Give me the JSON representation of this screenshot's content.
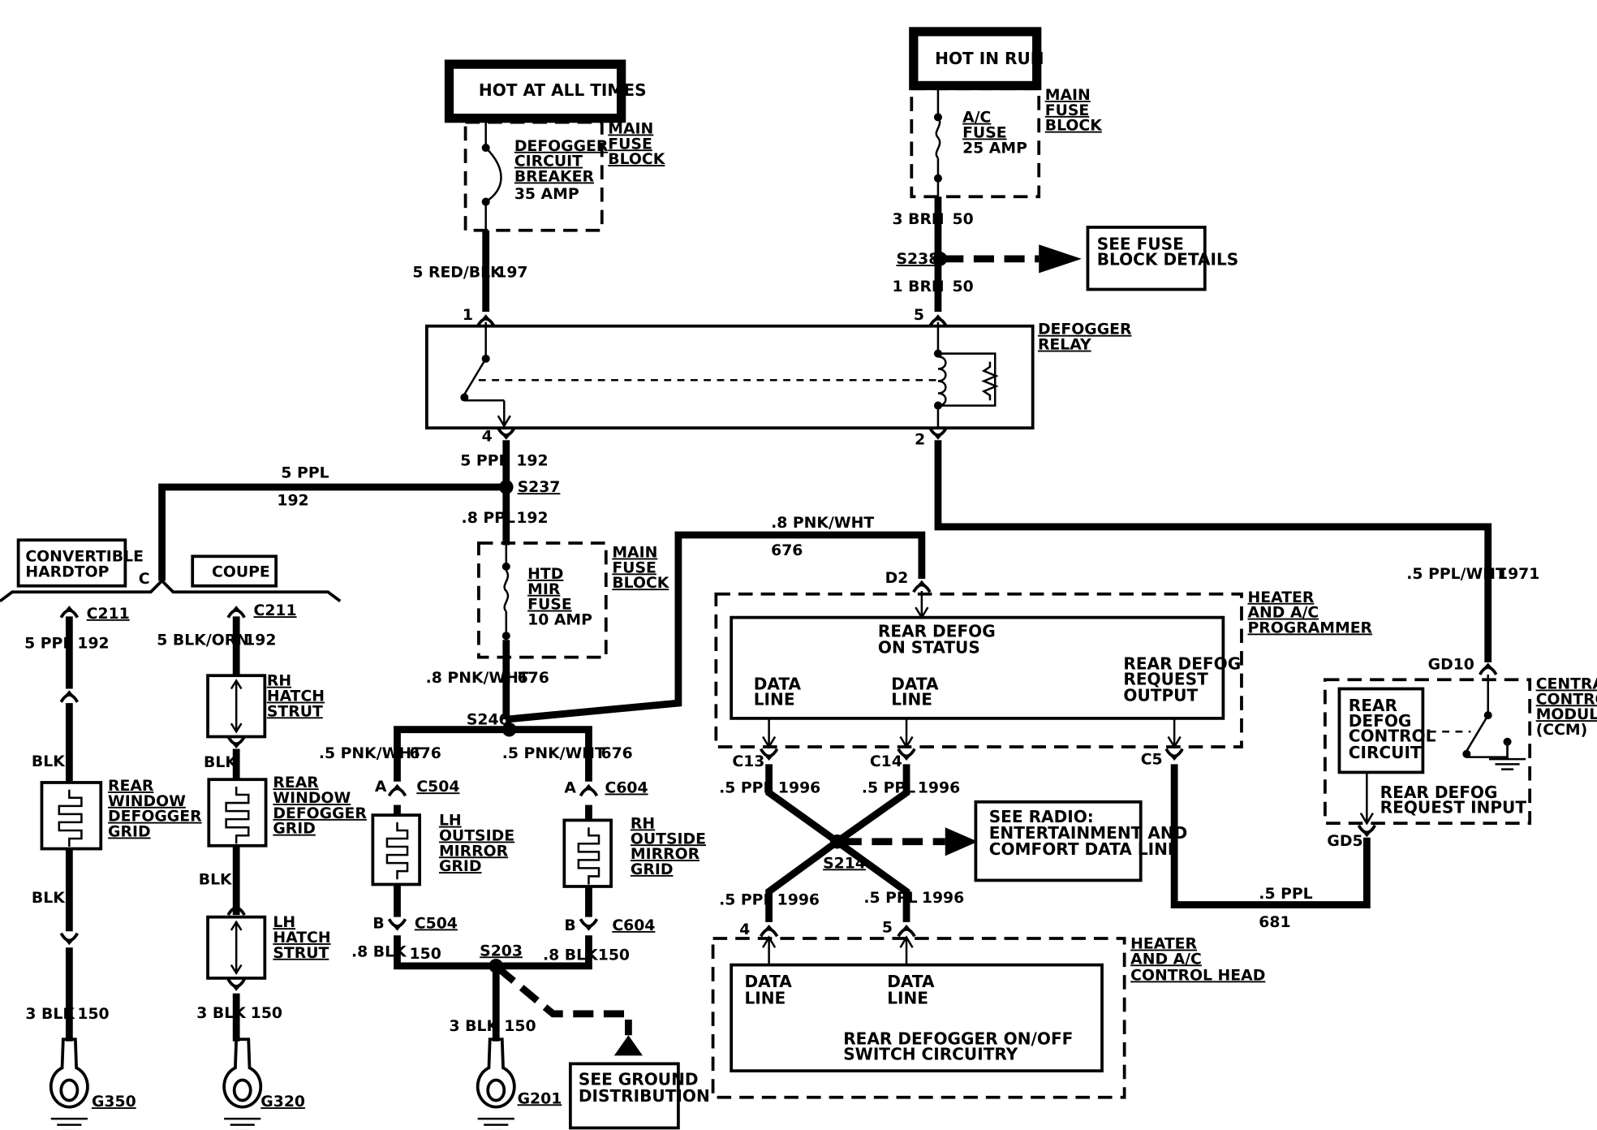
{
  "colors": {
    "ink": "#000000",
    "paper": "#ffffff"
  },
  "sources": {
    "hot_at_all_times": "HOT AT ALL TIMES",
    "hot_in_run": "HOT IN RUN"
  },
  "main_fuse_block": [
    "MAIN",
    "FUSE",
    "BLOCK"
  ],
  "defogger_breaker": [
    "DEFOGGER",
    "CIRCUIT",
    "BREAKER",
    "35 AMP"
  ],
  "ac_fuse": [
    "A/C",
    "FUSE",
    "25 AMP"
  ],
  "htd_mir_fuse": [
    "HTD",
    "MIR",
    "FUSE",
    "10 AMP"
  ],
  "see_fuse_block": [
    "SEE FUSE",
    "BLOCK DETAILS"
  ],
  "see_radio": [
    "SEE RADIO:",
    "ENTERTAINMENT AND",
    "COMFORT DATA LINE"
  ],
  "see_ground": [
    "SEE GROUND",
    "DISTRIBUTION"
  ],
  "defogger_relay": [
    "DEFOGGER",
    "RELAY"
  ],
  "hvac_programmer": [
    "HEATER",
    "AND A/C",
    "PROGRAMMER"
  ],
  "hvac_control_head": [
    "HEATER",
    "AND A/C",
    "CONTROL HEAD"
  ],
  "ccm": [
    "CENTRAL",
    "CONTROL",
    "MODULE",
    "(CCM)"
  ],
  "programmer_text": {
    "on_status": [
      "REAR DEFOG",
      "ON STATUS"
    ],
    "data_line": [
      "DATA",
      "LINE"
    ],
    "request_output": [
      "REAR DEFOG",
      "REQUEST",
      "OUTPUT"
    ]
  },
  "control_head_text": {
    "data_line": [
      "DATA",
      "LINE"
    ],
    "switch": [
      "REAR DEFOGGER ON/OFF",
      "SWITCH CIRCUITRY"
    ]
  },
  "ccm_text": {
    "circuit": [
      "REAR",
      "DEFOG",
      "CONTROL",
      "CIRCUIT"
    ],
    "request_input": [
      "REAR DEFOG",
      "REQUEST INPUT"
    ]
  },
  "options": {
    "convertible": [
      "CONVERTIBLE",
      "HARDTOP"
    ],
    "coupe": "COUPE"
  },
  "components": {
    "rear_window_grid": [
      "REAR",
      "WINDOW",
      "DEFOGGER",
      "GRID"
    ],
    "rh_hatch_strut": [
      "RH",
      "HATCH",
      "STRUT"
    ],
    "lh_hatch_strut": [
      "LH",
      "HATCH",
      "STRUT"
    ],
    "lh_mirror_grid": [
      "LH",
      "OUTSIDE",
      "MIRROR",
      "GRID"
    ],
    "rh_mirror_grid": [
      "RH",
      "OUTSIDE",
      "MIRROR",
      "GRID"
    ]
  },
  "splices": {
    "s238": "S238",
    "s237": "S237",
    "s246": "S246",
    "s203": "S203",
    "s214": "S214"
  },
  "grounds": {
    "g350": "G350",
    "g320": "G320",
    "g201": "G201"
  },
  "connectors": {
    "c211": "C211",
    "c504": "C504",
    "c604": "C604",
    "c13": "C13",
    "c14": "C14",
    "c5": "C5",
    "d2": "D2",
    "gd10": "GD10",
    "gd5": "GD5",
    "a": "A",
    "b": "B",
    "c": "C",
    "pin1": "1",
    "pin5": "5",
    "pin4": "4",
    "pin2": "2"
  },
  "wires": {
    "red_blk_5": "5 RED/BLK",
    "c197": "197",
    "brn_3": "3 BRN",
    "brn_1": "1 BRN",
    "c50": "50",
    "ppl_5": "5 PPL",
    "c192": "192",
    "ppl_08": ".8 PPL",
    "pnk_wht_08": ".8 PNK/WHT",
    "c676": "676",
    "pnk_wht_05": ".5 PNK/WHT",
    "ppl_wht_05": ".5 PPL/WHT",
    "c1971": "1971",
    "ppl_05": ".5 PPL",
    "c1996": "1996",
    "c681": "681",
    "blk": "BLK",
    "blk_3": "3 BLK",
    "c150": "150",
    "blk_08": ".8 BLK",
    "blk_orn_5": "5 BLK/ORN"
  }
}
